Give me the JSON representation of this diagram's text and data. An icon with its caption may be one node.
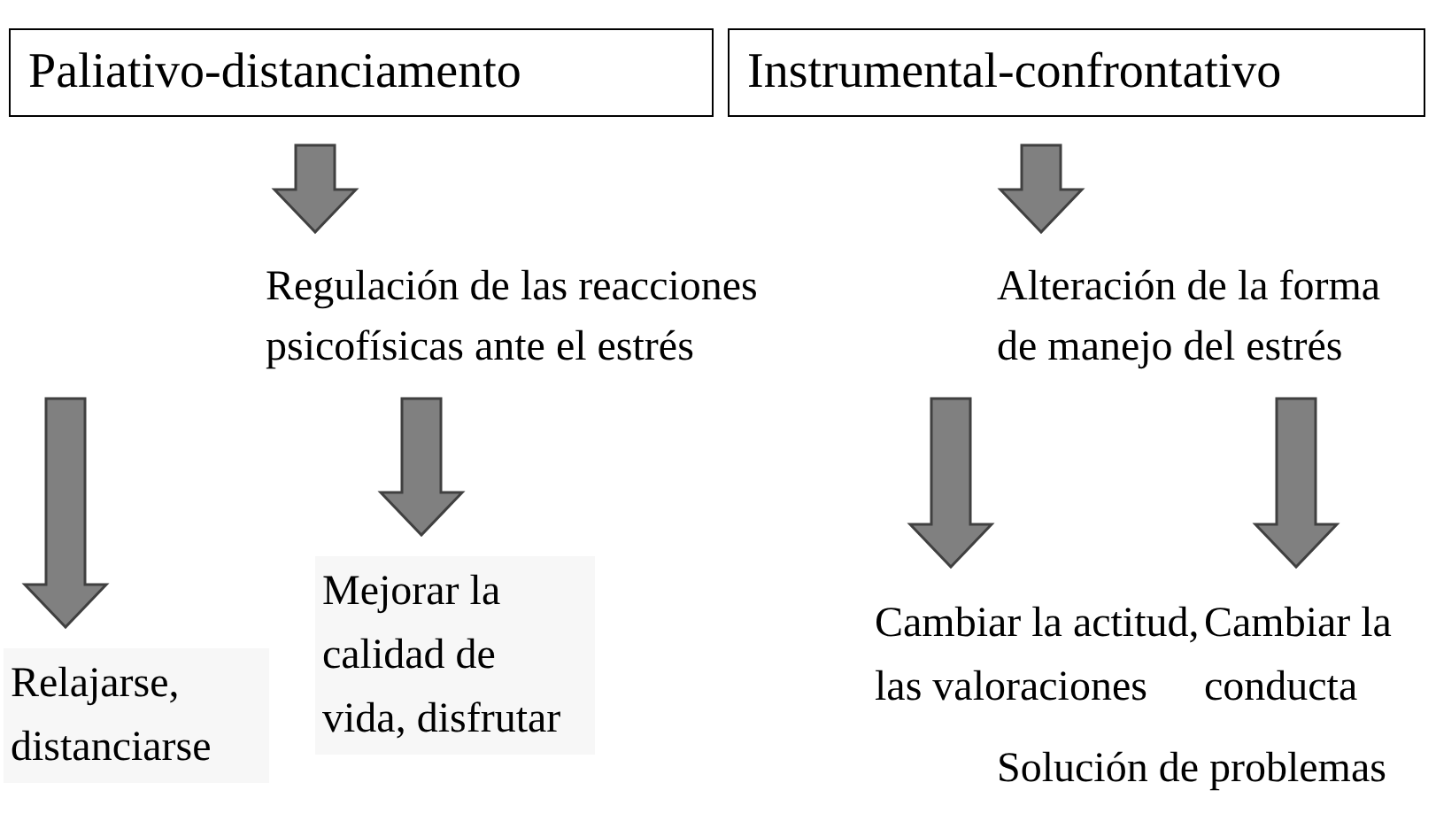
{
  "diagram": {
    "nodes": [
      {
        "text": [
          "Paliativo-distanciamento"
        ]
      },
      {
        "text": [
          "Instrumental-confrontativo"
        ]
      },
      {
        "text": [
          "Regulación de las reacciones psicofísicas ante el estrés"
        ]
      },
      {
        "text": [
          "Alteración de la forma de manejo del estrés"
        ]
      },
      {
        "text": [
          "Relajarse, distanciarse"
        ]
      },
      {
        "text": [
          "Mejorar la calidad de vida, disfrutar"
        ]
      },
      {
        "text": [
          "Cambiar la actitud, las valoraciones"
        ]
      },
      {
        "text": [
          "Cambiar la conducta"
        ]
      }
    ],
    "edges": [
      {
        "from": 0,
        "to": 2,
        "arrow": "to"
      },
      {
        "from": 1,
        "to": 3,
        "arrow": "to"
      },
      {
        "from": 2,
        "to": 4,
        "arrow": "to"
      },
      {
        "from": 2,
        "to": 5,
        "arrow": "to"
      },
      {
        "from": 3,
        "to": 6,
        "arrow": "to"
      },
      {
        "from": 3,
        "to": 7,
        "arrow": "to"
      }
    ],
    "labels": [
      "Solución de problemas"
    ]
  }
}
